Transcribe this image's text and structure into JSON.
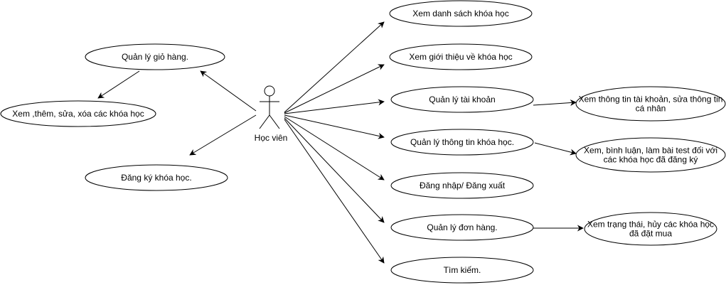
{
  "actor": {
    "id": "hoc-vien",
    "label": "Học viên"
  },
  "use_cases": [
    {
      "id": "uc-xem-danh-sach",
      "lines": [
        "Xem danh sách khóa học"
      ]
    },
    {
      "id": "uc-xem-gioi-thieu",
      "lines": [
        "Xem giới thiệu về khóa học"
      ]
    },
    {
      "id": "uc-quan-ly-tai-khoan",
      "lines": [
        "Quản lý tài khoản"
      ]
    },
    {
      "id": "uc-quan-ly-thong-tin-khoa-hoc",
      "lines": [
        "Quản lý thông tin khóa học."
      ]
    },
    {
      "id": "uc-dang-nhap",
      "lines": [
        "Đăng nhập/ Đăng xuất"
      ]
    },
    {
      "id": "uc-quan-ly-don-hang",
      "lines": [
        "Quản lý đơn hàng."
      ]
    },
    {
      "id": "uc-tim-kiem",
      "lines": [
        "Tìm kiếm."
      ]
    },
    {
      "id": "uc-quan-ly-gio-hang",
      "lines": [
        "Quản lý giỏ hàng."
      ]
    },
    {
      "id": "uc-xem-them-sua-xoa",
      "lines": [
        "Xem ,thêm, sửa, xóa các khóa học"
      ]
    },
    {
      "id": "uc-dang-ky",
      "lines": [
        "Đăng ký khóa học."
      ]
    },
    {
      "id": "uc-xem-thong-tin-tai-khoan",
      "lines": [
        "Xem thông tin tài khoản, sửa thông tin",
        "cá nhân"
      ]
    },
    {
      "id": "uc-binh-luan",
      "lines": [
        "Xem, bình luận, làm bài test đối với",
        "các khóa học đã đăng ký"
      ]
    },
    {
      "id": "uc-xem-trang-thai",
      "lines": [
        "Xem trạng thái, hủy các khóa học",
        "đã đặt mua"
      ]
    }
  ],
  "edges": [
    {
      "from": "hoc-vien",
      "to": "uc-xem-danh-sach"
    },
    {
      "from": "hoc-vien",
      "to": "uc-xem-gioi-thieu"
    },
    {
      "from": "hoc-vien",
      "to": "uc-quan-ly-tai-khoan"
    },
    {
      "from": "hoc-vien",
      "to": "uc-quan-ly-thong-tin-khoa-hoc"
    },
    {
      "from": "hoc-vien",
      "to": "uc-dang-nhap"
    },
    {
      "from": "hoc-vien",
      "to": "uc-quan-ly-don-hang"
    },
    {
      "from": "hoc-vien",
      "to": "uc-tim-kiem"
    },
    {
      "from": "hoc-vien",
      "to": "uc-quan-ly-gio-hang"
    },
    {
      "from": "hoc-vien",
      "to": "uc-dang-ky"
    },
    {
      "from": "uc-quan-ly-gio-hang",
      "to": "uc-xem-them-sua-xoa"
    },
    {
      "from": "uc-quan-ly-tai-khoan",
      "to": "uc-xem-thong-tin-tai-khoan"
    },
    {
      "from": "uc-quan-ly-thong-tin-khoa-hoc",
      "to": "uc-binh-luan"
    },
    {
      "from": "uc-quan-ly-don-hang",
      "to": "uc-xem-trang-thai"
    }
  ]
}
